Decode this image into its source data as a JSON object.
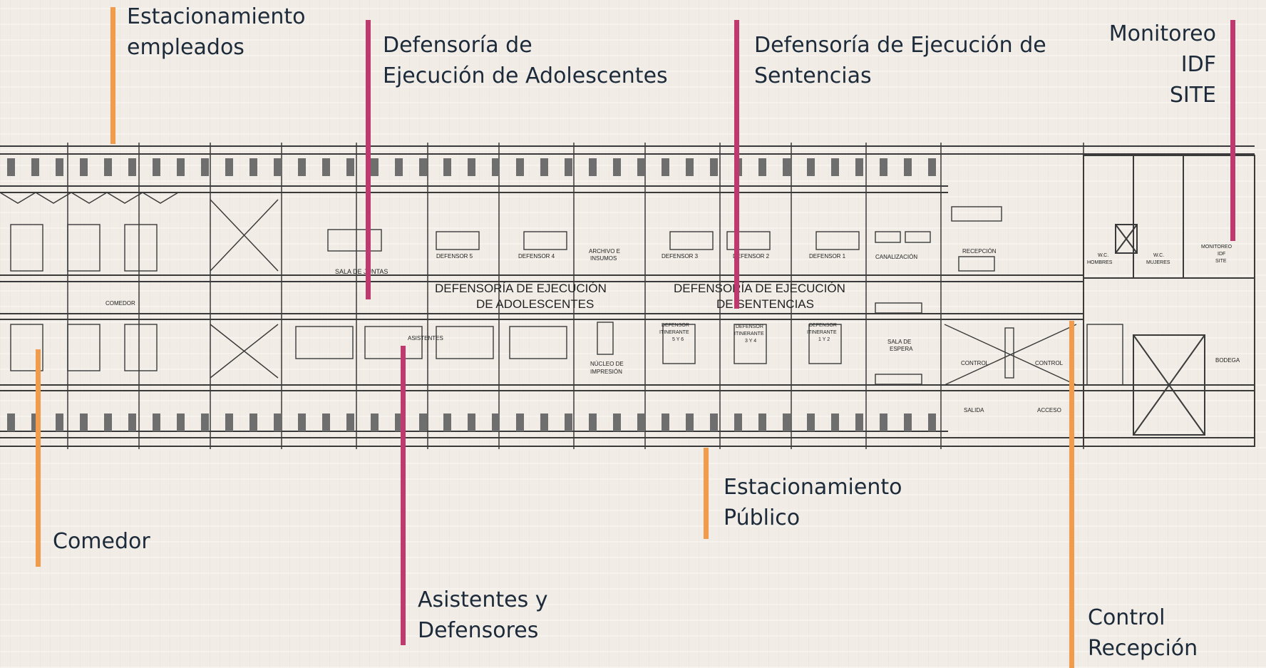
{
  "annotations": {
    "estacionamiento_empleados": "Estacionamiento\nempleados",
    "defensoria_adolescentes": "Defensoría de\nEjecución de Adolescentes",
    "defensoria_sentencias": "Defensoría de Ejecución de\nSentencias",
    "monitoreo": "Monitoreo\nIDF\nSITE",
    "comedor": "Comedor",
    "asistentes": "Asistentes y\nDefensores",
    "estacionamiento_publico": "Estacionamiento\nPúblico",
    "control_recepcion": "Control\nRecepción"
  },
  "plan_labels": {
    "comedor": "COMEDOR",
    "sala_juntas": "SALA DE JUNTAS",
    "defensor_5": "DEFENSOR 5",
    "defensor_4": "DEFENSOR 4",
    "archivo_1": "ARCHIVO E",
    "archivo_2": "INSUMOS",
    "defensor_3": "DEFENSOR 3",
    "defensor_2": "DEFENSOR 2",
    "defensor_1": "DEFENSOR 1",
    "canalizacion": "CANALIZACIÓN",
    "recepcion": "RECEPCIÓN",
    "wc_hombres_1": "W.C.",
    "wc_hombres_2": "HOMBRES",
    "wc_mujeres_1": "W.C.",
    "wc_mujeres_2": "MUJERES",
    "monitoreo_1": "MONITOREO",
    "monitoreo_2": "IDF",
    "monitoreo_3": "SITE",
    "titulo_adol_1": "DEFENSORÍA DE EJECUCIÓN",
    "titulo_adol_2": "DE ADOLESCENTES",
    "titulo_sent_1": "DEFENSORÍA DE EJECUCIÓN",
    "titulo_sent_2": "DE SENTENCIAS",
    "asistentes": "ASISTENTES",
    "nucleo_1": "NÚCLEO DE",
    "nucleo_2": "IMPRESIÓN",
    "itin_a1": "DEFENSOR",
    "itin_a2": "ITINERANTE",
    "itin_a3": "5 Y 6",
    "itin_b1": "DEFENSOR",
    "itin_b2": "ITINERANTE",
    "itin_b3": "3 Y 4",
    "itin_c1": "DEFENSOR",
    "itin_c2": "ITINERANTE",
    "itin_c3": "1 Y 2",
    "sala_espera_1": "SALA DE",
    "sala_espera_2": "ESPERA",
    "control_1": "CONTROL",
    "control_2": "CONTROL",
    "salida": "SALIDA",
    "acceso": "ACCESO",
    "bodega": "BODEGA"
  },
  "colors": {
    "pink": "#c0396e",
    "orange": "#f19b4c",
    "text": "#1c2a3a",
    "line": "#3a3a3a",
    "post": "#6e6e6e"
  }
}
